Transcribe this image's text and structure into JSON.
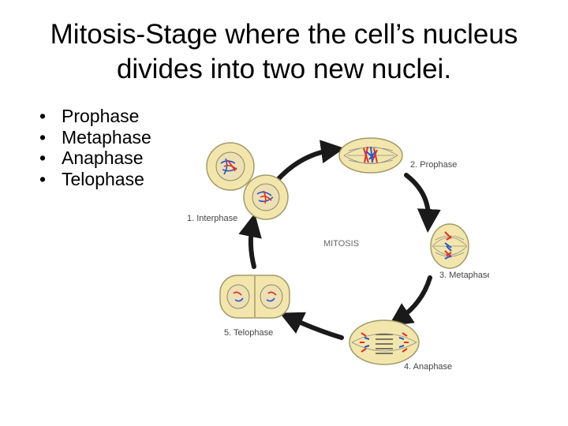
{
  "slide": {
    "title_line1": "Mitosis-Stage where the cell’s nucleus",
    "title_line2": "divides into two new nuclei."
  },
  "bullets": [
    "Prophase",
    "Metaphase",
    "Anaphase",
    "Telophase"
  ],
  "diagram": {
    "center_label": "MITOSIS",
    "stage_labels": {
      "interphase": "1. Interphase",
      "prophase": "2. Prophase",
      "metaphase": "3. Metaphase",
      "anaphase": "4. Anaphase",
      "telophase": "5. Telophase"
    },
    "colors": {
      "cell_fill": "#f3e6ac",
      "cell_stroke": "#a39a6a",
      "arrow": "#1a1a1a",
      "chrom_red": "#e0322a",
      "chrom_blue": "#2a55c8",
      "label": "#444444"
    }
  }
}
